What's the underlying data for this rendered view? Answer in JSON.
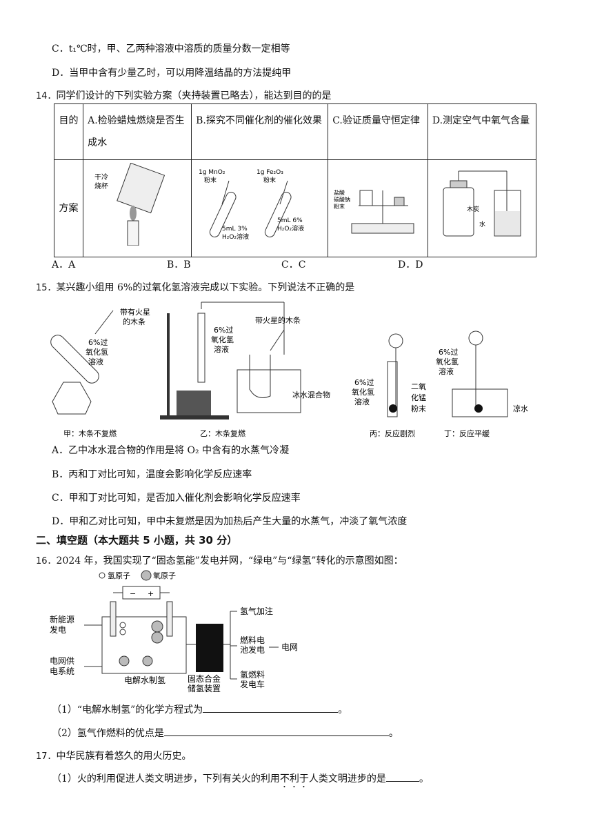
{
  "q13": {
    "optC": "C．t₁℃时，甲、乙两种溶液中溶质的质量分数一定相等",
    "optD": "D．当甲中含有少量乙时，可以用降温结晶的方法提纯甲"
  },
  "q14": {
    "num": "14．",
    "stem": "同学们设计的下列实验方案（夹持装置已略去），能达到目的的是",
    "row_goal_label": "目的",
    "row_scheme_label": "方案",
    "goals": [
      "A.检验蜡烛燃烧是否生成水",
      "B.探究不同催化剂的催化效果",
      "C.验证质量守恒定律",
      "D.测定空气中氧气含量"
    ],
    "figA": {
      "label1": "干冷",
      "label2": "烧杯"
    },
    "figB": {
      "t1a": "1g MnO₂",
      "t1b": "粉末",
      "t2a": "1g Fe₂O₃",
      "t2b": "粉末",
      "s1a": "5mL 3%",
      "s1b": "H₂O₂溶液",
      "s2a": "5mL 6%",
      "s2b": "H₂O₂溶液"
    },
    "figC": {
      "l1": "盐酸",
      "l2": "碳酸钠",
      "l3": "粉末"
    },
    "figD": {
      "l1": "木炭",
      "l2": "水"
    },
    "answers": [
      "A．A",
      "B．B",
      "C．C",
      "D．D"
    ]
  },
  "q15": {
    "num": "15．",
    "stem": "某兴趣小组用 6%的过氧化氢溶液完成以下实验。下列说法不正确的是",
    "fig": {
      "jia_stick": [
        "带有火星",
        "的木条"
      ],
      "jia_sol": [
        "6%过",
        "氧化氢",
        "溶液"
      ],
      "yi_sol": [
        "6%过",
        "氧化氢",
        "溶液"
      ],
      "yi_stick": "带火星的木条",
      "yi_ice": "冰水混合物",
      "bing_sol": [
        "6%过",
        "氧化氢",
        "溶液"
      ],
      "mno2": [
        "二氧",
        "化锰",
        "粉末"
      ],
      "ding_sol": [
        "6%过",
        "氧化氢",
        "溶液"
      ],
      "cold": "凉水",
      "cap_jia": "甲：木条不复燃",
      "cap_yi": "乙：木条复燃",
      "cap_bing": "丙：反应剧烈",
      "cap_ding": "丁：反应平缓"
    },
    "options": [
      "A．乙中冰水混合物的作用是将 O₂ 中含有的水蒸气冷凝",
      "B．丙和丁对比可知，温度会影响化学反应速率",
      "C．甲和丁对比可知，是否加入催化剂会影响化学反应速率",
      "D．甲和乙对比可知，甲中未复燃是因为加热后产生大量的水蒸气，冲淡了氧气浓度"
    ]
  },
  "section2": "二、填空题（本大题共 5 小题，共 30 分）",
  "q16": {
    "num": "16．",
    "stem": "2024 年，我国实现了“固态氢能”发电并网，“绿电”与“绿氢”转化的示意图如图：",
    "fig": {
      "legend_h": "氢原子",
      "legend_o": "氧原子",
      "minus": "−",
      "plus": "+",
      "in1": [
        "新能源",
        "发电"
      ],
      "in2": [
        "电网供",
        "电系统"
      ],
      "electrolysis": "电解水制氢",
      "storage": [
        "固态合金",
        "储氢装置"
      ],
      "out1": "氢气加注",
      "out2": [
        "燃料电",
        "池发电"
      ],
      "grid": "电网",
      "out3": [
        "氢燃料",
        "发电车"
      ]
    },
    "sub1": "（1）“电解水制氢”的化学方程式为",
    "sub2": "（2）氢气作燃料的优点是",
    "period": "。"
  },
  "q17": {
    "num": "17．",
    "stem": "中华民族有着悠久的用火历史。",
    "sub1_pre": "（1）火的利用促进人类文明进步，下列有关火的利用",
    "sub1_emph": "不利于",
    "sub1_post": "人类文明进步的是",
    "period": "。"
  }
}
